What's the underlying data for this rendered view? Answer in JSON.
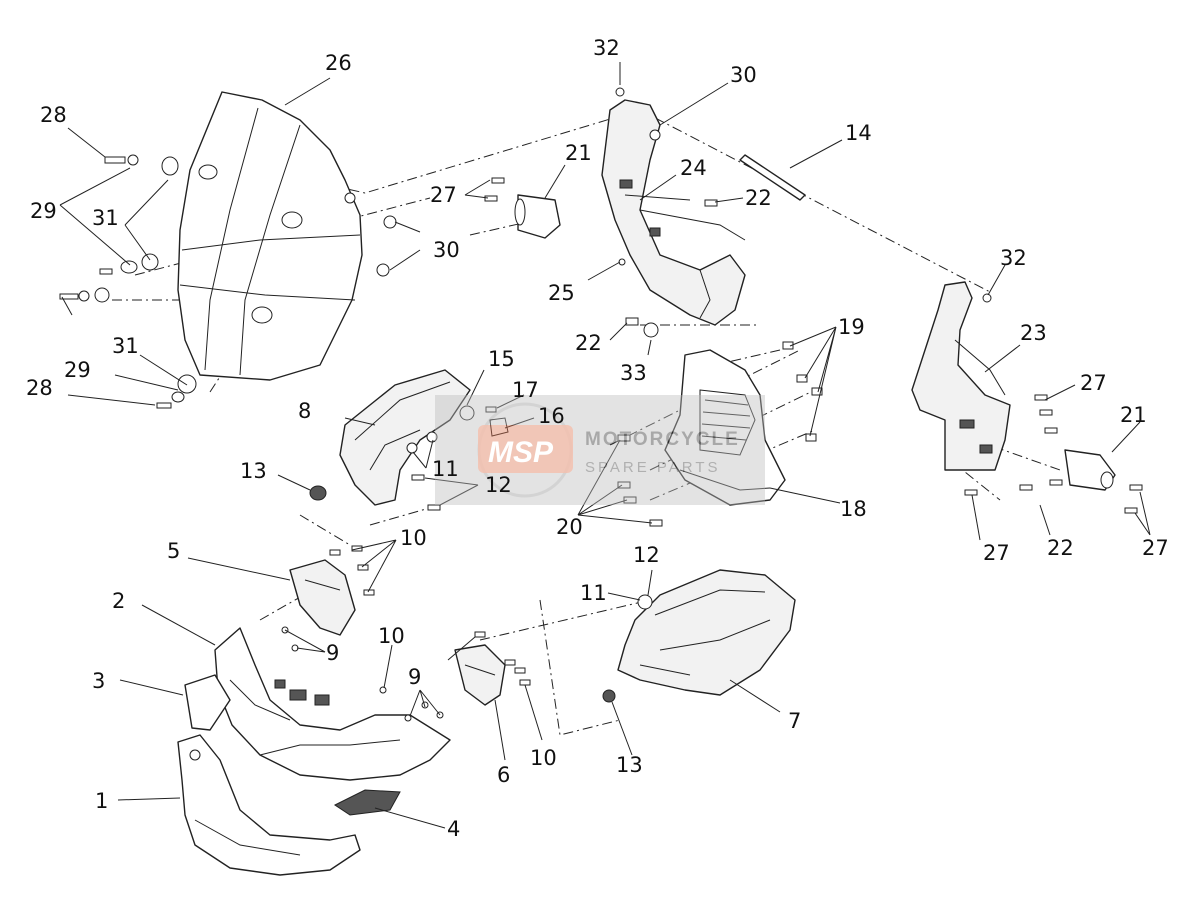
{
  "callouts": [
    "1",
    "2",
    "3",
    "4",
    "5",
    "6",
    "7",
    "8",
    "9",
    "10",
    "11",
    "12",
    "13",
    "14",
    "15",
    "16",
    "17",
    "18",
    "19",
    "20",
    "21",
    "22",
    "23",
    "24",
    "25",
    "26",
    "27",
    "28",
    "29",
    "30",
    "31",
    "32",
    "33"
  ],
  "watermark": {
    "logo": "MSP",
    "line1": "MOTORCYCLE",
    "line2": "SPARE PARTS",
    "color": "#e8663c"
  }
}
